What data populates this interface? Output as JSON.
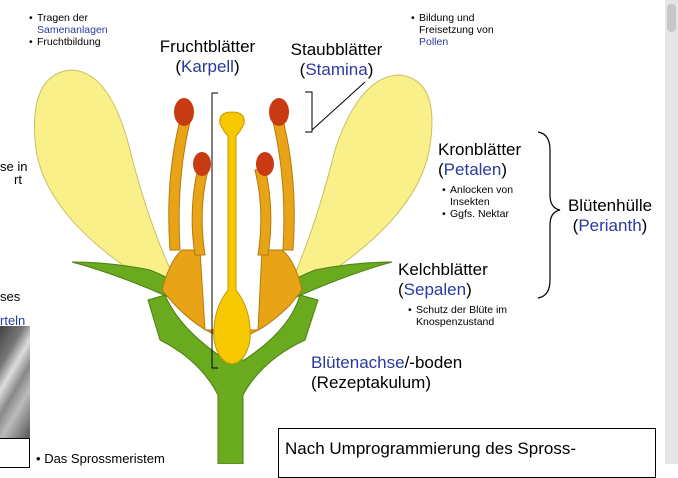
{
  "top_left_notes": {
    "item1_prefix": "Tragen der",
    "item1_link": "Samenanlagen",
    "item2": "Fruchtbildung"
  },
  "top_right_notes": {
    "line1": "Bildung und",
    "line2": "Freisetzung von",
    "link": "Pollen"
  },
  "fruchtblaetter": {
    "name": "Fruchtblätter",
    "paren_open": "(",
    "term": "Karpell",
    "paren_close": ")"
  },
  "staubblaetter": {
    "name": "Staubblätter",
    "paren_open": "(",
    "term": "Stamina",
    "paren_close": ")"
  },
  "kronblaetter": {
    "name": "Kronblätter",
    "paren_open": "(",
    "term": "Petalen",
    "paren_close": ")",
    "bullets": [
      "Anlocken von Insekten",
      "Ggfs. Nektar"
    ]
  },
  "kelchblaetter": {
    "name": "Kelchblätter",
    "paren_open": "(",
    "term": "Sepalen",
    "paren_close": ")",
    "bullets": [
      "Schutz der Blüte im Knospenzustand"
    ]
  },
  "bluetenhuelle": {
    "name": "Blütenhülle",
    "paren_open": "(",
    "term": "Perianth",
    "paren_close": ")"
  },
  "bluetenachse": {
    "term": "Blütenachse",
    "suffix": "/-boden",
    "line2": "(Rezeptakulum)"
  },
  "left_fragments": {
    "frag1": "se in",
    "frag2": "rt",
    "frag3": "ses",
    "frag4_link": "rteln"
  },
  "bottom_left_bullet": "Das Sprossmeristem",
  "bottom_box_text": "Nach Umprogrammierung des Spross-",
  "colors": {
    "petal": "#f9f08a",
    "stamen": "#e8a317",
    "anther": "#c83a12",
    "carpel": "#f5c800",
    "sepal_stem": "#6aaa1e",
    "link": "#2a3a9e"
  }
}
